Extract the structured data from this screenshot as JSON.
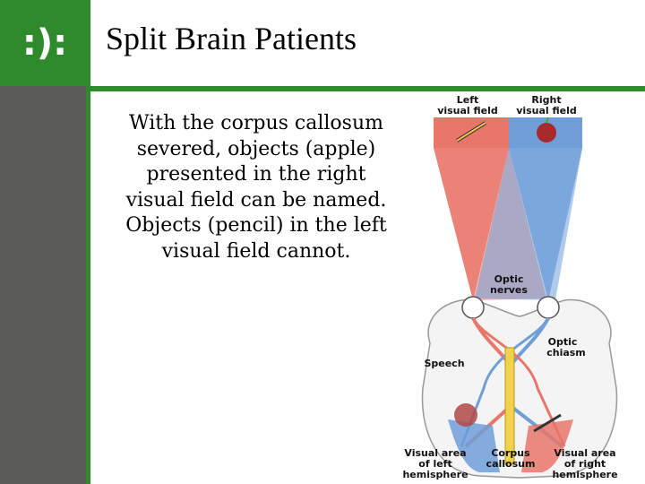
{
  "slide": {
    "logo": ":):",
    "title": "Split Brain Patients",
    "body_lines": [
      "With the corpus callosum",
      "severed, objects (apple)",
      "presented in the right",
      "visual field can be named.",
      "Objects (pencil) in the left",
      "visual field cannot."
    ]
  },
  "diagram": {
    "labels": {
      "left_field": [
        "Left",
        "visual field"
      ],
      "right_field": [
        "Right",
        "visual field"
      ],
      "optic_nerves": [
        "Optic",
        "nerves"
      ],
      "optic_chiasm": [
        "Optic",
        "chiasm"
      ],
      "speech": "Speech",
      "visual_left": [
        "Visual area",
        "of left",
        "hemisphere"
      ],
      "corpus": [
        "Corpus",
        "callosum"
      ],
      "visual_right": [
        "Visual area",
        "of right",
        "hemisphere"
      ]
    },
    "colors": {
      "left": "#e8766a",
      "right": "#6f9ed8",
      "accent": "#2f8a2e",
      "sidebar": "#5b5b59"
    }
  }
}
